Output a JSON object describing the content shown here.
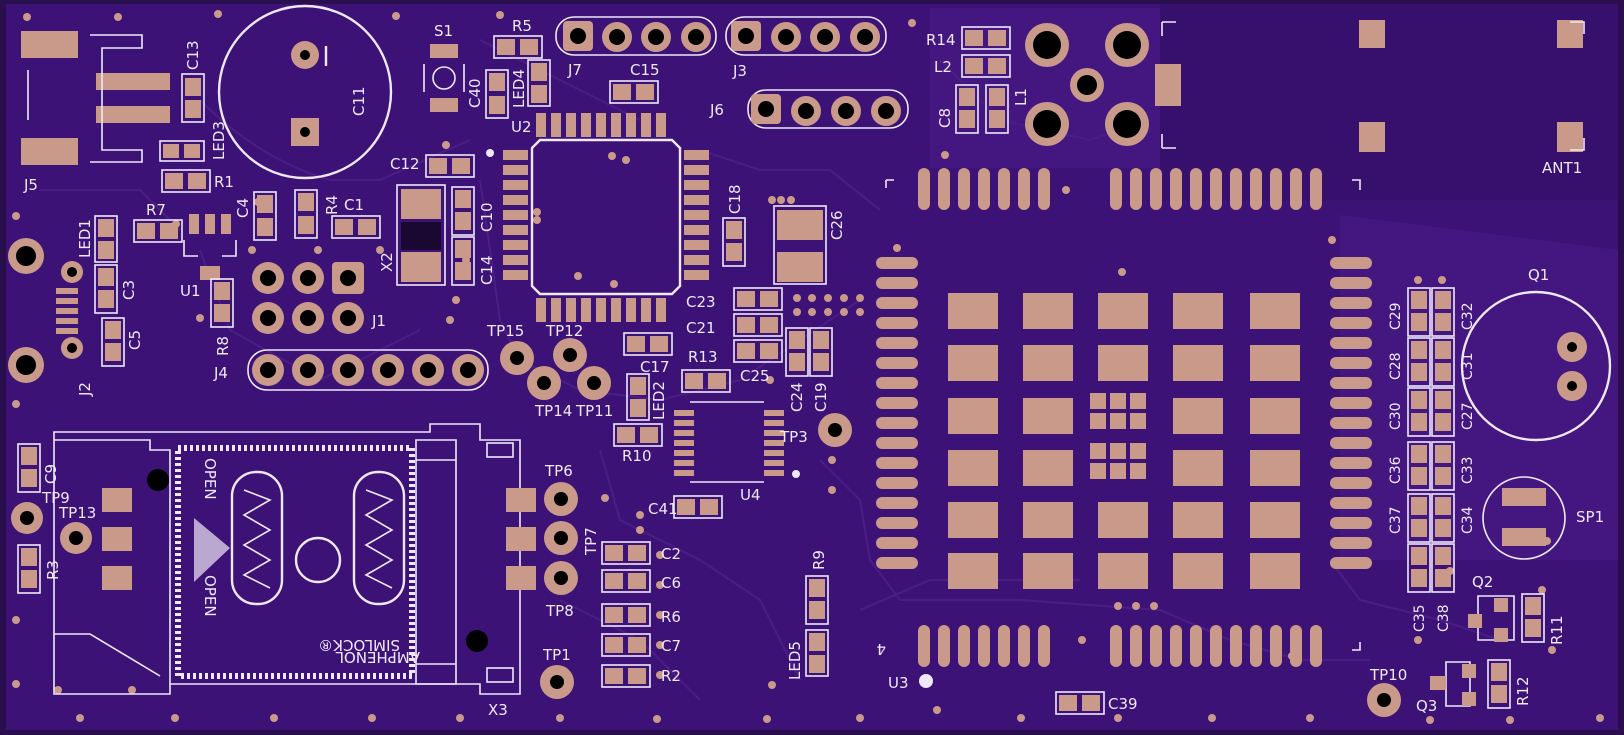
{
  "board": {
    "colors": {
      "board": "#3c1276",
      "board_edge": "#2a0f4f",
      "pad": "#c99a8a",
      "silk": "#efe8f8",
      "trace": "#4a1d85",
      "hole": "#000000"
    }
  },
  "labels": {
    "J5": "J5",
    "C13": "C13",
    "LED3": "LED3",
    "R1": "R1",
    "C11": "C11",
    "S1": "S1",
    "R5": "R5",
    "C40": "C40",
    "LED4": "LED4",
    "J7": "J7",
    "C15": "C15",
    "J3": "J3",
    "R14": "R14",
    "L2": "L2",
    "C8": "C8",
    "L1": "L1",
    "ANT1": "ANT1",
    "J6": "J6",
    "U2": "U2",
    "C12": "C12",
    "C4": "C4",
    "R4": "R4",
    "C1": "C1",
    "R7": "R7",
    "LED1": "LED1",
    "U1": "U1",
    "C3": "C3",
    "C5": "C5",
    "J2": "J2",
    "R8": "R8",
    "J1": "J1",
    "J4": "J4",
    "X2": "X2",
    "C10": "C10",
    "C14": "C14",
    "C18": "C18",
    "C26": "C26",
    "C23": "C23",
    "C21": "C21",
    "C25": "C25",
    "C24": "C24",
    "C19": "C19",
    "TP15": "TP15",
    "TP12": "TP12",
    "C17": "C17",
    "R13": "R13",
    "TP14": "TP14",
    "TP11": "TP11",
    "LED2": "LED2",
    "R10": "R10",
    "TP3": "TP3",
    "U4": "U4",
    "C41": "C41",
    "TP6": "TP6",
    "TP7": "TP7",
    "C2": "C2",
    "C6": "C6",
    "TP8": "TP8",
    "R6": "R6",
    "C7": "C7",
    "R2": "R2",
    "TP1": "TP1",
    "R9": "R9",
    "LED5": "LED5",
    "U3": "U3",
    "C39": "C39",
    "C9": "C9",
    "TP9": "TP9",
    "TP13": "TP13",
    "R3": "R3",
    "X3": "X3",
    "Q1": "Q1",
    "C29": "C29",
    "C32": "C32",
    "C28": "C28",
    "C31": "C31",
    "C30": "C30",
    "C27": "C27",
    "C36": "C36",
    "C33": "C33",
    "C37": "C37",
    "C34": "C34",
    "SP1": "SP1",
    "C35": "C35",
    "C38": "C38",
    "Q2": "Q2",
    "R11": "R11",
    "TP10": "TP10",
    "Q3": "Q3",
    "R12": "R12"
  },
  "sim_holder_text": {
    "open_top": "OPEN",
    "open_bottom": "OPEN",
    "brand_line1": "AMPHENOL",
    "brand_line2": "SIMLOCK®",
    "pin_mark": "4"
  }
}
